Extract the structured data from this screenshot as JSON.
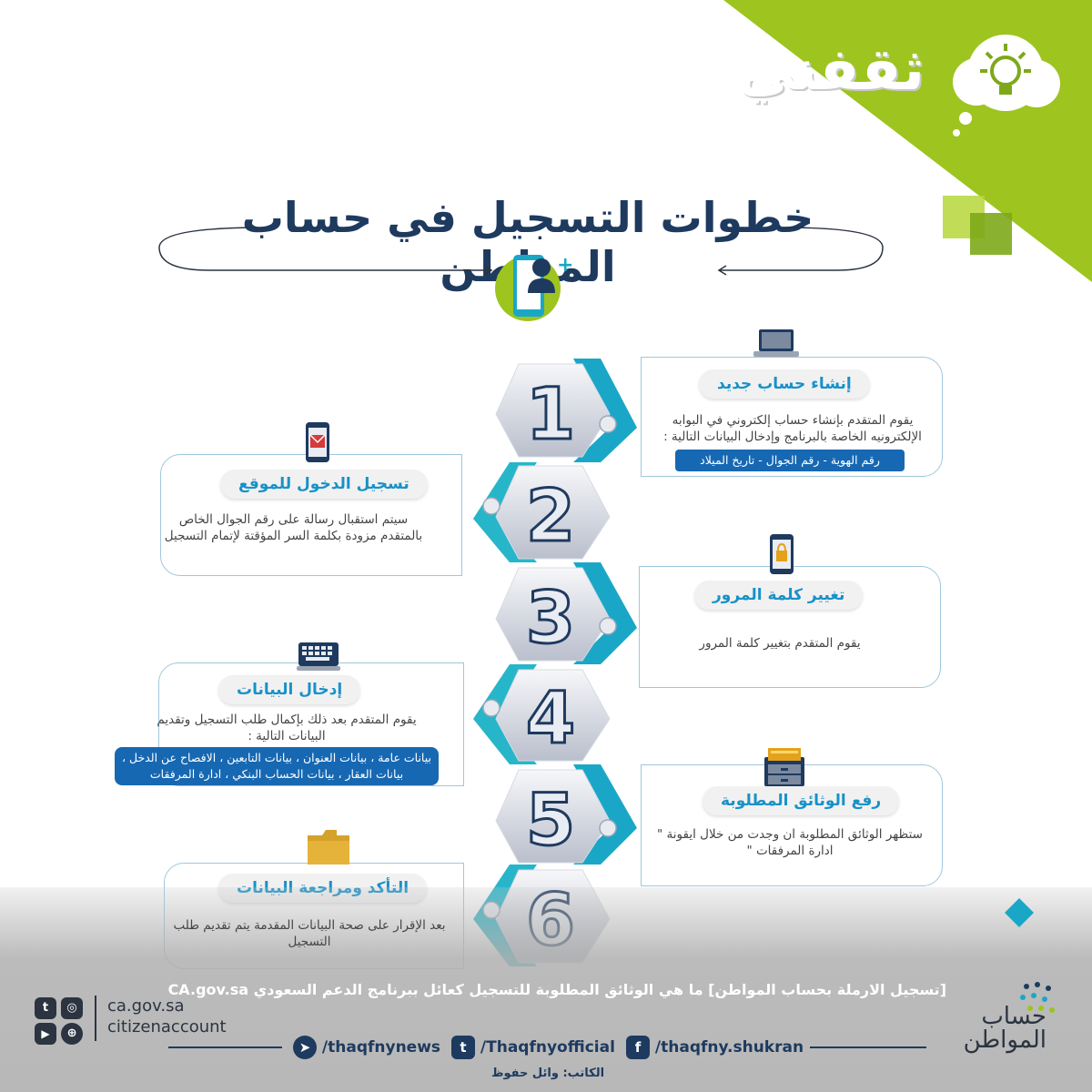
{
  "brand": {
    "logo_text": "ثقفني"
  },
  "title": "خطوات التسجيل في حساب المواطن",
  "steps": [
    {
      "number": "1",
      "heading": "إنشاء حساب جديد",
      "text": "يقوم المتقدم بإنشاء حساب إلكتروني في البوابه الإلكترونيه الخاصة بالبرنامج وإدخال البيانات التالية :",
      "chip": "رقم الهوية - رقم الجوال - تاريخ الميلاد",
      "icon": "laptop-icon"
    },
    {
      "number": "2",
      "heading": "تسجيل الدخول للموقع",
      "text": "سيتم استقبال رسالة على رقم الجوال الخاص بالمتقدم مزودة بكلمة السر المؤقتة لإتمام التسجيل",
      "icon": "phone-message-icon"
    },
    {
      "number": "3",
      "heading": "تغيير كلمة المرور",
      "text": "يقوم المتقدم بتغيير كلمة المرور",
      "icon": "phone-lock-icon"
    },
    {
      "number": "4",
      "heading": "إدخال البيانات",
      "text": "يقوم المتقدم بعد ذلك بإكمال طلب التسجيل وتقديم البيانات التالية :",
      "chip": "بيانات عامة ، بيانات العنوان ، بيانات التابعين ، الافصاح عن الدخل ، بيانات العقار ، بيانات الحساب البنكي ، ادارة المرفقات",
      "icon": "keyboard-laptop-icon"
    },
    {
      "number": "5",
      "heading": "رفع الوثائق المطلوبة",
      "text": "ستظهر الوثائق المطلوبة ان وجدت من خلال ايقونة \" ادارة المرفقات \"",
      "icon": "file-cabinet-icon"
    },
    {
      "number": "6",
      "heading": "التأكد ومراجعة البيانات",
      "text": "بعد الإقرار على صحة البيانات المقدمة يتم تقديم طلب التسجيل",
      "icon": "folder-icon"
    }
  ],
  "caption": "[تسجيل الارملة بحساب المواطن] ما هي الوثائق المطلوبة للتسجيل كعائل ببرنامج الدعم السعودي CA.gov.sa",
  "socials": {
    "telegram": "/thaqfnynews",
    "twitter": "/Thaqfnyofficial",
    "facebook": "/thaqfny.shukran"
  },
  "author": "الكاتب: وائل حفوظ",
  "citizen_account": {
    "web": "ca.gov.sa",
    "handle": "citizenaccount",
    "logo_line1": "حساب",
    "logo_line2": "المواطن"
  },
  "colors": {
    "accent_green": "#9dc41f",
    "teal": "#1aa7c7",
    "navy": "#1e3a5f",
    "chip_blue": "#1768b3"
  }
}
